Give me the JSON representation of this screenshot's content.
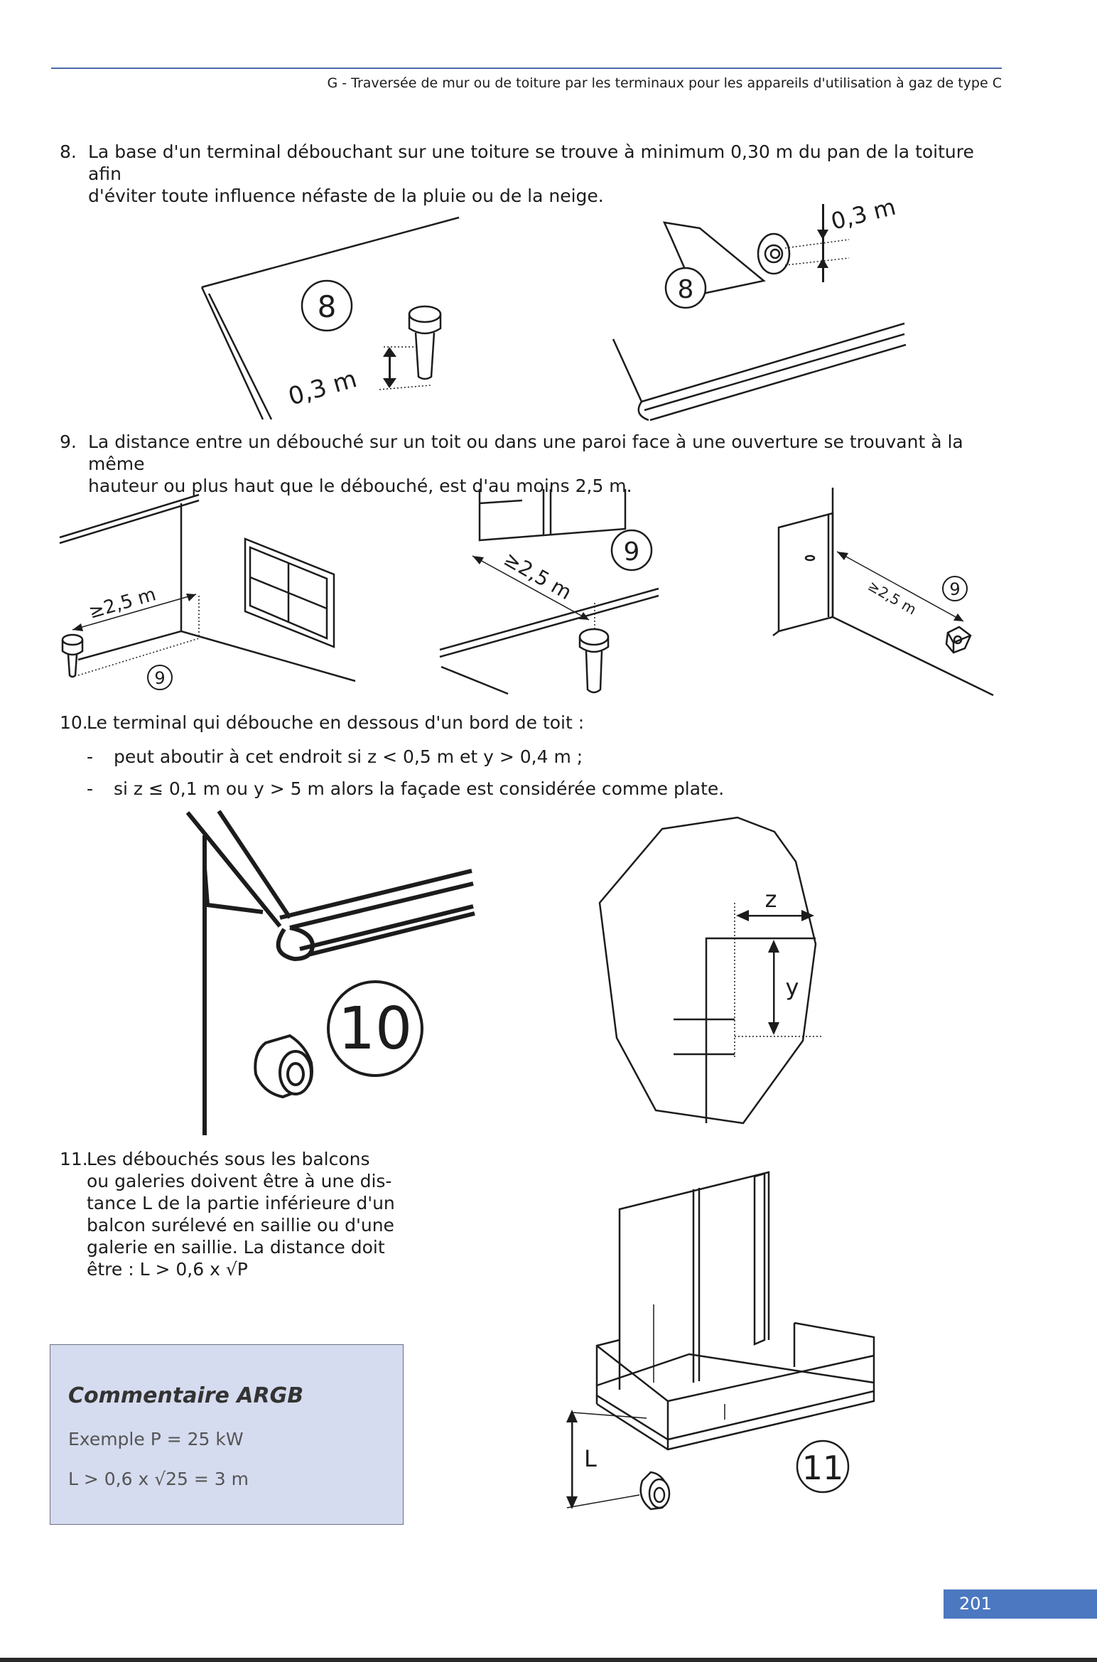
{
  "header": {
    "running_title": "G - Traversée de mur ou de toiture par les terminaux  pour les appareils d'utilisation à gaz de type C"
  },
  "items": [
    {
      "number": "8.",
      "lines": [
        "La base d'un terminal débouchant sur une toiture se trouve à minimum 0,30 m du pan de la toiture afin",
        "d'éviter toute influence néfaste de la pluie ou de la neige."
      ]
    },
    {
      "number": "9.",
      "lines": [
        "La distance entre un débouché sur un toit ou dans une paroi face à une ouverture se trouvant à la même",
        "hauteur ou plus haut que le débouché, est d'au moins 2,5 m."
      ]
    },
    {
      "number": "10.",
      "lines": [
        "Le terminal qui débouche en dessous d'un bord de toit :"
      ],
      "bullets": [
        "peut aboutir à cet endroit si z < 0,5 m et y > 0,4 m ;",
        "si z ≤ 0,1 m ou y > 5 m alors la façade est considérée comme plate."
      ]
    },
    {
      "number": "11.",
      "lines": [
        "Les débouchés sous les balcons",
        "ou galeries doivent être à une dis-",
        "tance L de la partie inférieure d'un",
        "balcon surélevé en saillie ou d'une",
        "galerie en saillie. La distance doit",
        "être : L > 0,6 x √P"
      ]
    }
  ],
  "bullet_dash": "-",
  "figures": {
    "fig8_left": {
      "marker": "8",
      "dimension": "0,3 m"
    },
    "fig8_right": {
      "marker": "8",
      "dimension": "0,3 m"
    },
    "fig9_left": {
      "marker": "9",
      "dimension": "≥2,5 m"
    },
    "fig9_middle": {
      "marker": "9",
      "dimension": "≥2,5 m"
    },
    "fig9_right": {
      "marker": "9",
      "dimension": "≥2,5 m"
    },
    "fig10_left": {
      "marker": "10"
    },
    "fig10_right": {
      "label_z": "z",
      "label_y": "y"
    },
    "fig11": {
      "marker": "11",
      "label_L": "L"
    }
  },
  "comment": {
    "title": "Commentaire ARGB",
    "line1": "Exemple P = 25 kW",
    "line2": "L > 0,6 x √25 = 3 m"
  },
  "page_number": "201",
  "colors": {
    "accent_blue": "#4b78c0",
    "box_fill": "#d6dcef",
    "rule": "#4b69a8"
  }
}
